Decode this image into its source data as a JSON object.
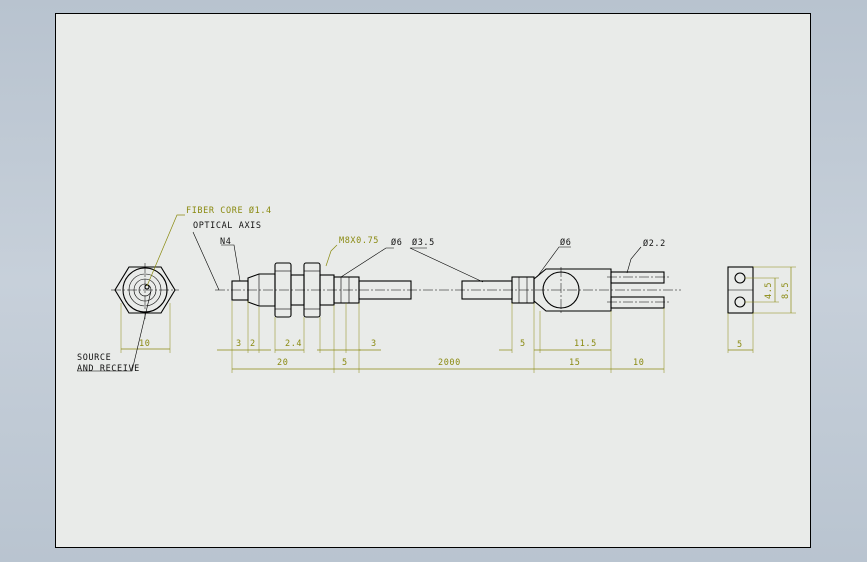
{
  "labels": {
    "fiber_core": "FIBER CORE Ø1.4",
    "optical_axis": "OPTICAL AXIS",
    "n4": "N4",
    "thread": "M8X0.75",
    "dia6_left": "Ø6",
    "dia3_5": "Ø3.5",
    "dia6_right": "Ø6",
    "dia2_2": "Ø2.2",
    "source_line1": "SOURCE",
    "source_line2": "AND RECEIVE"
  },
  "dimensions": {
    "end_width": "10",
    "d_3": "3",
    "d_2": "2",
    "d_2_4": "2.4",
    "d_3b": "3",
    "d_20": "20",
    "d_5": "5",
    "d_2000": "2000",
    "d_5b": "5",
    "d_11_5": "11.5",
    "d_15": "15",
    "d_10": "10",
    "side_5": "5",
    "side_4_5": "4.5",
    "side_8_5": "8.5"
  },
  "colors": {
    "sheet": "#e9ebe9",
    "annotation": "#8a8a10",
    "geometry": "#000000"
  }
}
